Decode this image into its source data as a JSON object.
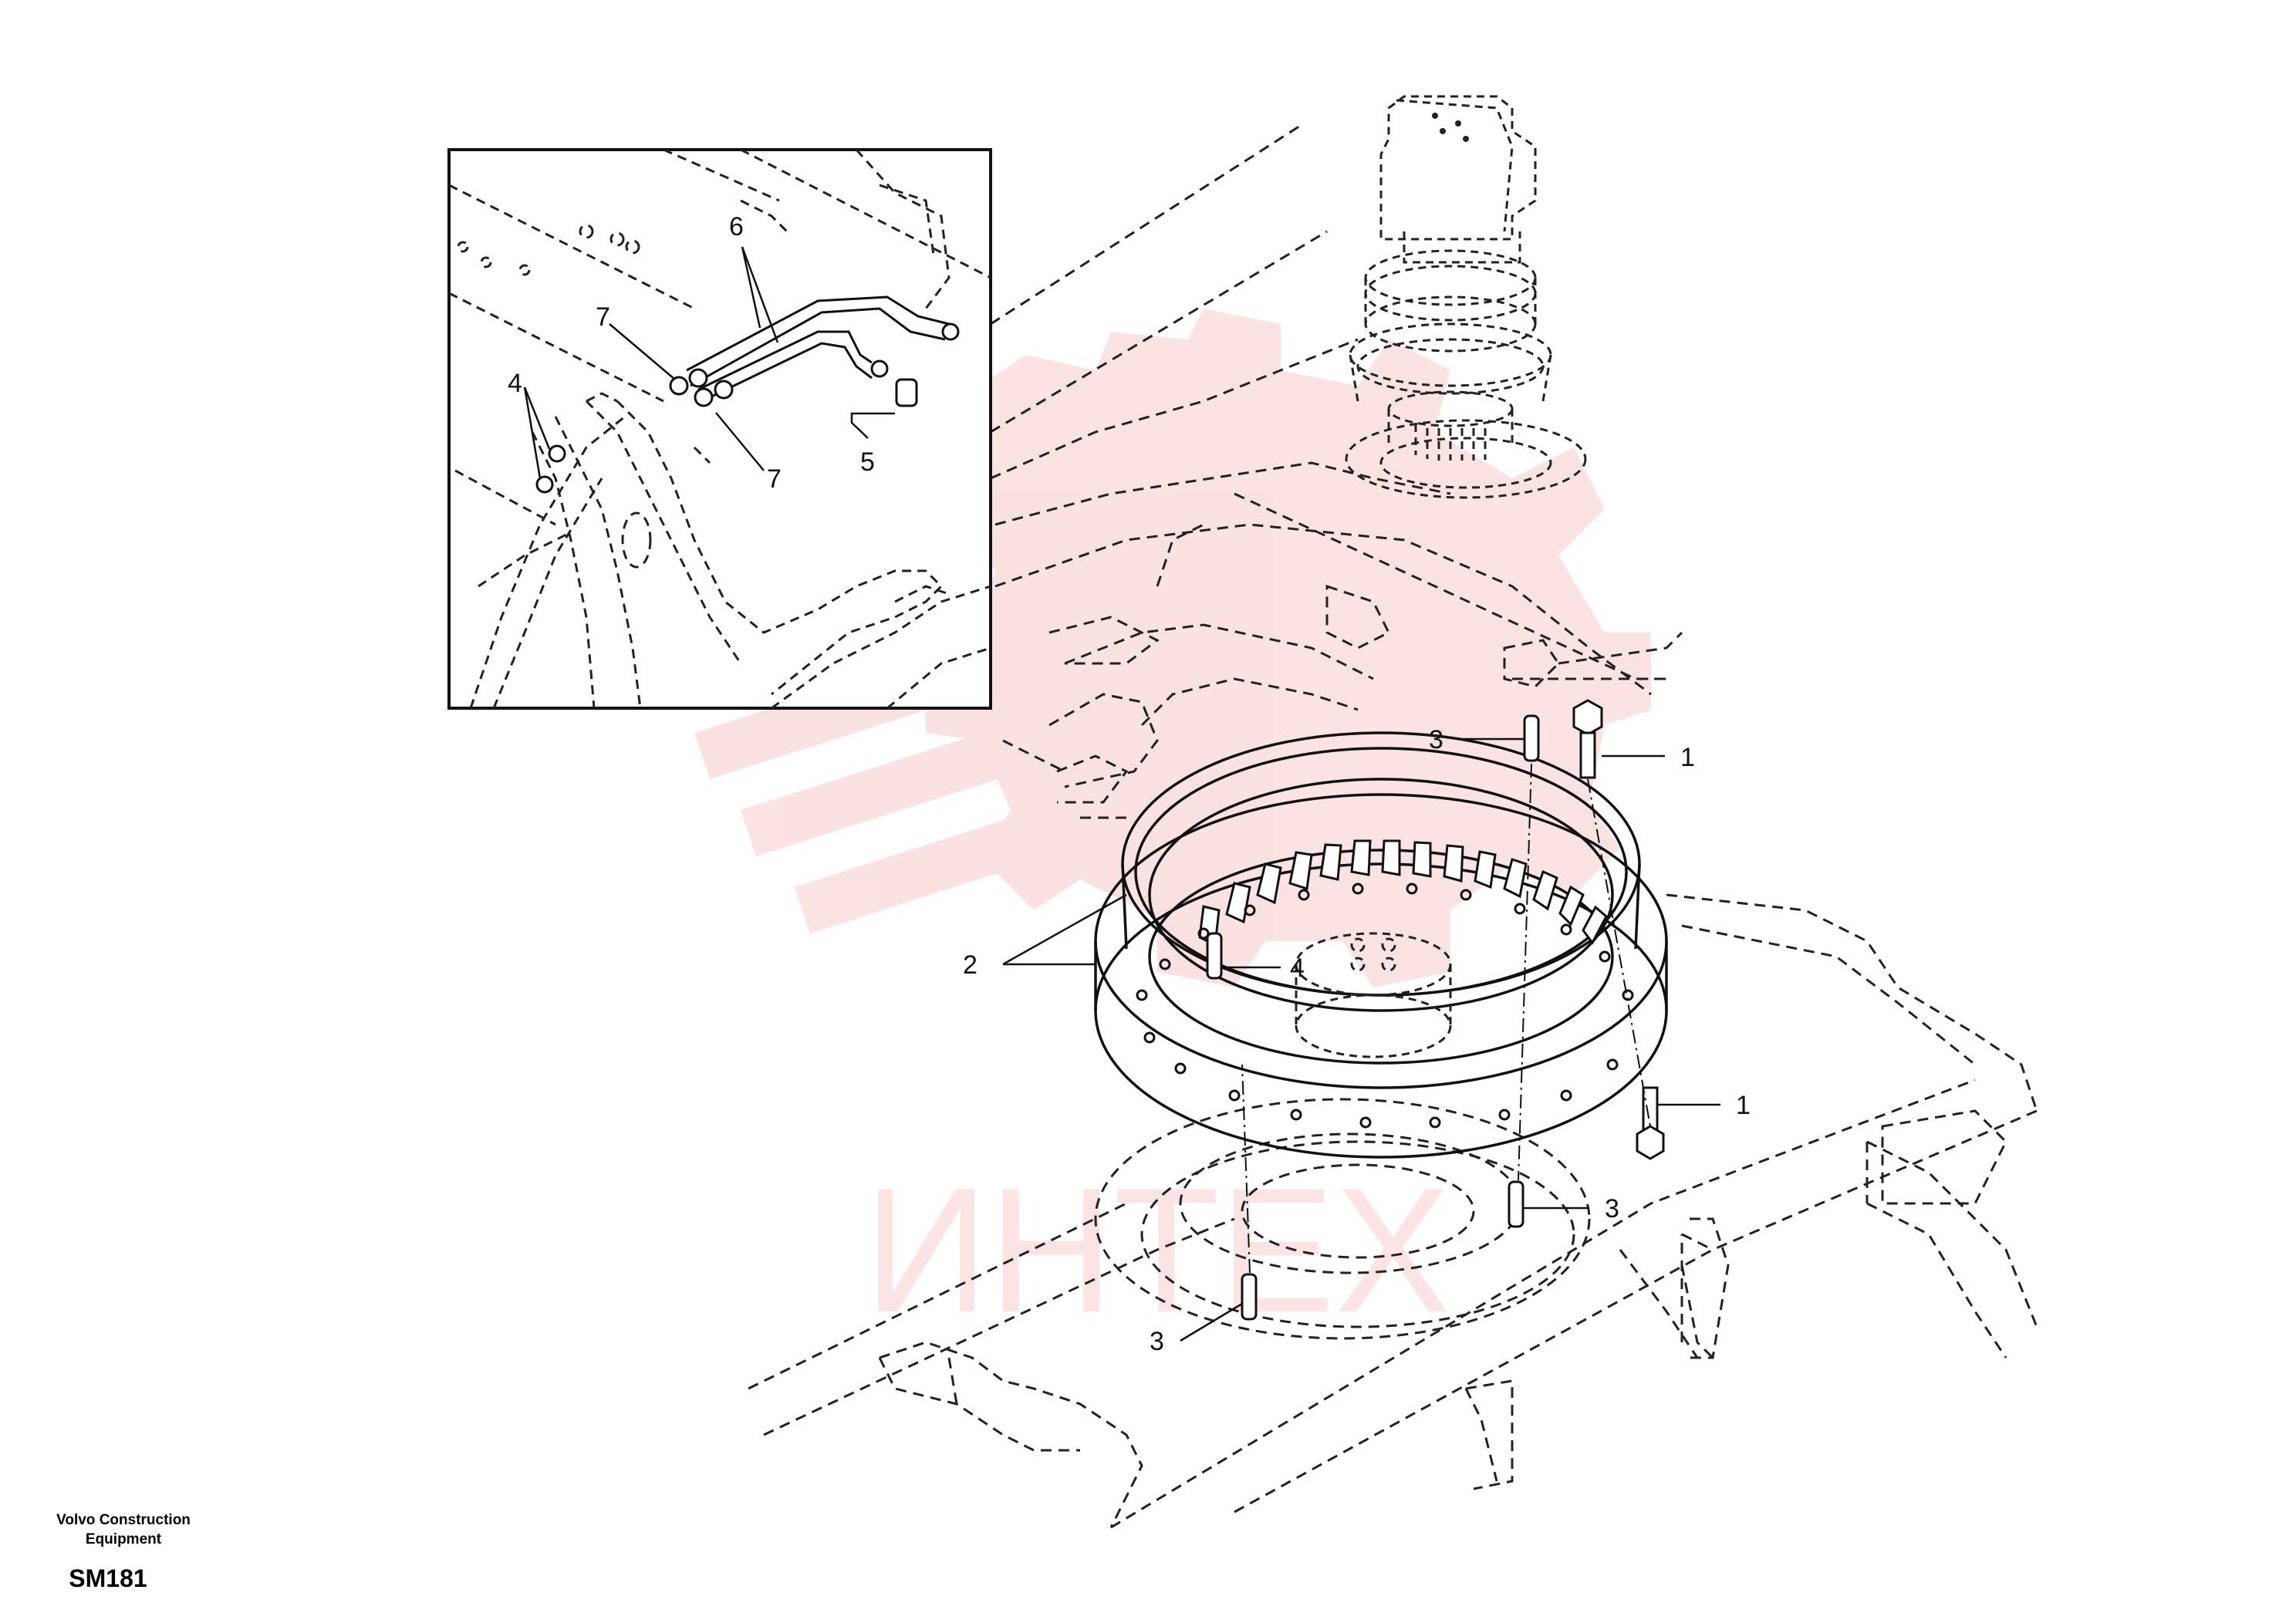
{
  "footer": {
    "brand_line1": "Volvo Construction",
    "brand_line2": "Equipment",
    "diagram_code": "SM181"
  },
  "watermark": {
    "text": "ИНТЕХ",
    "color": "#e8262a"
  },
  "callouts": {
    "c1a": "1",
    "c1b": "1",
    "c2": "2",
    "c3a": "3",
    "c3b": "3",
    "c3c": "3",
    "c4": "4",
    "i4": "4",
    "i5": "5",
    "i6": "6",
    "i7a": "7",
    "i7b": "7"
  }
}
